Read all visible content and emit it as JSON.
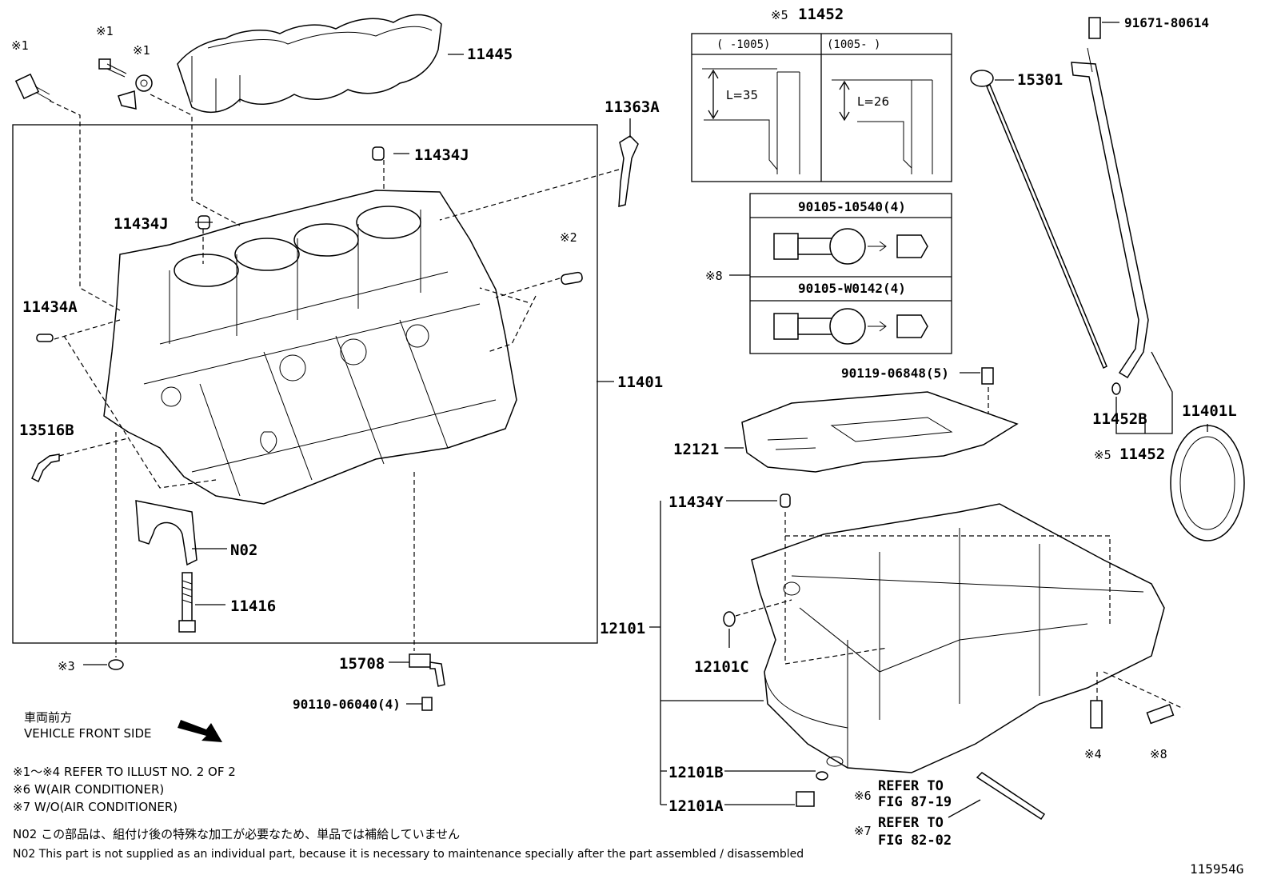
{
  "labels": {
    "p11445": "11445",
    "p11452_top": "11452",
    "p91671": "91671-80614",
    "p15301": "15301",
    "p11363A": "11363A",
    "p11434J_a": "11434J",
    "p11434J_b": "11434J",
    "p11434A": "11434A",
    "p13516B": "13516B",
    "p11401": "11401",
    "pN02": "N02",
    "p11416": "11416",
    "p15708": "15708",
    "p90110": "90110-06040(4)",
    "p90105a": "90105-10540(4)",
    "p90105b": "90105-W0142(4)",
    "p90119": "90119-06848(5)",
    "p12121": "12121",
    "p11452B": "11452B",
    "p11452_bot": "11452",
    "p11401L": "11401L",
    "p11434Y": "11434Y",
    "p12101": "12101",
    "p12101C": "12101C",
    "p12101B": "12101B",
    "p12101A": "12101A",
    "ref_fig1": "REFER TO",
    "ref_fig1b": "FIG 87-19",
    "ref_fig2": "REFER TO",
    "ref_fig2b": "FIG 82-02",
    "illust_no": "115954G"
  },
  "marks": {
    "m1a": "※1",
    "m1b": "※1",
    "m1c": "※1",
    "m2": "※2",
    "m3": "※3",
    "m4": "※4",
    "m5_top": "※5",
    "m5_bot": "※5",
    "m6": "※6",
    "m7": "※7",
    "m8a": "※8",
    "m8b": "※8"
  },
  "dims": {
    "left_header": "(      -1005)",
    "right_header": "(1005-        )",
    "l35": "L=35",
    "l26": "L=26"
  },
  "notes": {
    "front_jp": "車両前方",
    "front_en": "VEHICLE FRONT SIDE",
    "n1": "※1～※4  REFER TO ILLUST NO. 2 OF 2",
    "n2": "※6 W(AIR CONDITIONER)",
    "n3": "※7 W/O(AIR CONDITIONER)",
    "n02_jp": "N02  この部品は、組付け後の特殊な加工が必要なため、単品では補給していません",
    "n02_en": "N02  This part is not supplied as an individual part, because it is necessary to maintenance specially after the part assembled / disassembled"
  }
}
